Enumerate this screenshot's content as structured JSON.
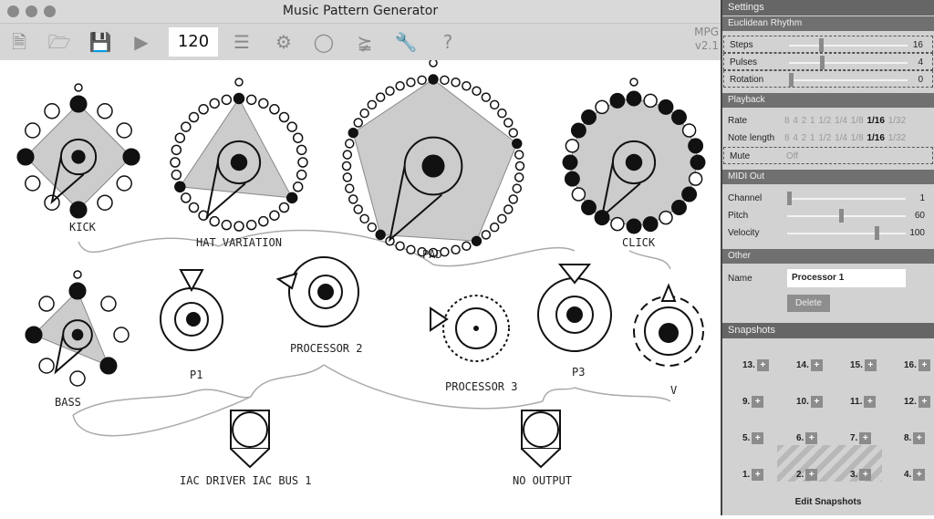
{
  "window": {
    "title": "Music Pattern Generator"
  },
  "toolbar": {
    "bpm": "120",
    "brand": "MPG",
    "version": "v2.1",
    "icons": [
      "new-file-icon",
      "open-folder-icon",
      "save-icon",
      "play-icon",
      "list-icon",
      "gear-icon",
      "midi-icon",
      "share-icon",
      "wrench-icon",
      "help-icon"
    ]
  },
  "canvas": {
    "rhythms": [
      {
        "name": "KICK",
        "steps": 12,
        "pulses": 4
      },
      {
        "name": "HAT VARIATION",
        "steps": 32,
        "pulses": 3
      },
      {
        "name": "PAD",
        "steps": 48,
        "pulses": 5
      },
      {
        "name": "CLICK",
        "steps": 24,
        "pulses": 16
      },
      {
        "name": "BASS",
        "steps": 8,
        "pulses": 3
      }
    ],
    "processors": [
      "P1",
      "PROCESSOR 2",
      "PROCESSOR 3",
      "P3",
      "V"
    ],
    "outputs": [
      "IAC DRIVER IAC BUS 1",
      "NO OUTPUT"
    ]
  },
  "settings": {
    "title": "Settings",
    "euclidean": {
      "title": "Euclidean Rhythm",
      "steps": {
        "label": "Steps",
        "value": "16",
        "level": 0.25
      },
      "pulses": {
        "label": "Pulses",
        "value": "4",
        "level": 0.26
      },
      "rotation": {
        "label": "Rotation",
        "value": "0",
        "level": 0
      }
    },
    "playback": {
      "title": "Playback",
      "rate_label": "Rate",
      "note_length_label": "Note length",
      "options": [
        "8",
        "4",
        "2",
        "1",
        "1/2",
        "1/4",
        "1/8",
        "1/16",
        "1/32"
      ],
      "rate_selected": "1/16",
      "note_length_selected": "1/16",
      "mute_label": "Mute",
      "mute_value": "Off"
    },
    "midi": {
      "title": "MIDI Out",
      "channel": {
        "label": "Channel",
        "value": "1",
        "level": 0
      },
      "pitch": {
        "label": "Pitch",
        "value": "60",
        "level": 0.47
      },
      "velocity": {
        "label": "Velocity",
        "value": "100",
        "level": 0.79
      }
    },
    "other": {
      "title": "Other",
      "name_label": "Name",
      "name_value": "Processor 1",
      "delete_label": "Delete"
    },
    "snapshots": {
      "title": "Snapshots",
      "rows": [
        [
          "13.",
          "14.",
          "15.",
          "16."
        ],
        [
          "9.",
          "10.",
          "11.",
          "12."
        ],
        [
          "5.",
          "6.",
          "7.",
          "8."
        ],
        [
          "1.",
          "2.",
          "3.",
          "4."
        ]
      ],
      "plus": "+",
      "edit_label": "Edit Snapshots"
    }
  }
}
